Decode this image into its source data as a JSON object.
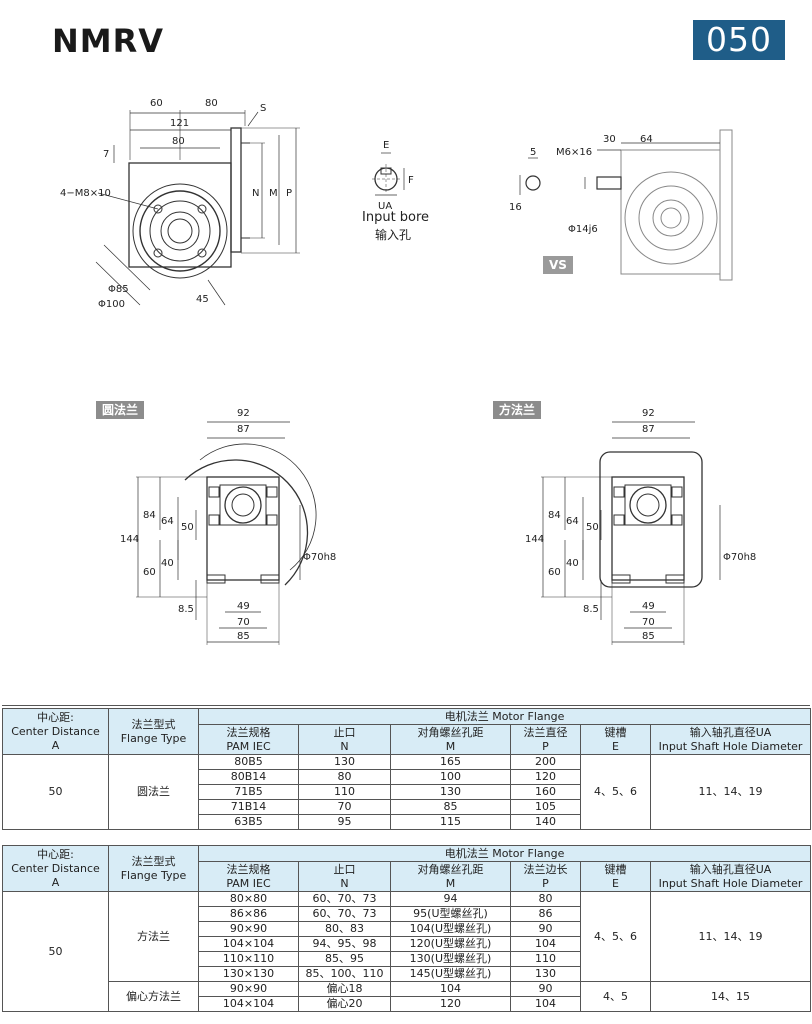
{
  "header": {
    "title": "NMRV",
    "model": "050"
  },
  "drawing": {
    "input_bore_label": "Input bore",
    "input_bore_label_cn": "输入孔",
    "vs_tag": "VS",
    "round_flange_tag": "圆法兰",
    "square_flange_tag": "方法兰",
    "dims_side": {
      "d60": "60",
      "d80top": "80",
      "d121": "121",
      "d80": "80",
      "s": "S",
      "d7": "7",
      "bolt": "4−M8×10",
      "n": "N",
      "m": "M",
      "p": "P",
      "dia85": "Φ85",
      "dia100": "Φ100",
      "d45": "45"
    },
    "dims_bore": {
      "e": "E",
      "f": "F",
      "ua": "UA"
    },
    "dims_vs": {
      "d5": "5",
      "m6": "M6×16",
      "d30": "30",
      "d64": "64",
      "d16": "16",
      "dia14": "Φ14j6"
    },
    "dims_front": {
      "d92": "92",
      "d87": "87",
      "d144": "144",
      "d84": "84",
      "d64": "64",
      "d50": "50",
      "d40": "40",
      "d60": "60",
      "d8_5": "8.5",
      "dia70": "Φ70h8",
      "d49": "49",
      "d70": "70",
      "d85": "85"
    }
  },
  "table_round": {
    "h_center_cn": "中心距:",
    "h_center_en": "Center Distance",
    "h_center_sym": "A",
    "h_flange_cn": "法兰型式",
    "h_flange_en": "Flange Type",
    "h_motor_flange": "电机法兰 Motor Flange",
    "h_pam_cn": "法兰规格",
    "h_pam_en": "PAM IEC",
    "h_n_cn": "止口",
    "h_n": "N",
    "h_m_cn": "对角螺丝孔距",
    "h_m": "M",
    "h_p_cn": "法兰直径",
    "h_p": "P",
    "h_e_cn": "键槽",
    "h_e": "E",
    "h_ua_cn": "输入轴孔直径UA",
    "h_ua_en": "Input Shaft Hole Diameter",
    "center": "50",
    "flange_type": "圆法兰",
    "keyway": "4、5、6",
    "ua": "11、14、19",
    "rows": [
      {
        "pam": "80B5",
        "n": "130",
        "m": "165",
        "p": "200"
      },
      {
        "pam": "80B14",
        "n": "80",
        "m": "100",
        "p": "120"
      },
      {
        "pam": "71B5",
        "n": "110",
        "m": "130",
        "p": "160"
      },
      {
        "pam": "71B14",
        "n": "70",
        "m": "85",
        "p": "105"
      },
      {
        "pam": "63B5",
        "n": "95",
        "m": "115",
        "p": "140"
      }
    ]
  },
  "table_square": {
    "h_center_cn": "中心距:",
    "h_center_en": "Center Distance",
    "h_center_sym": "A",
    "h_flange_cn": "法兰型式",
    "h_flange_en": "Flange Type",
    "h_motor_flange": "电机法兰 Motor Flange",
    "h_pam_cn": "法兰规格",
    "h_pam_en": "PAM IEC",
    "h_n_cn": "止口",
    "h_n": "N",
    "h_m_cn": "对角螺丝孔距",
    "h_m": "M",
    "h_p_cn": "法兰边长",
    "h_p": "P",
    "h_e_cn": "键槽",
    "h_e": "E",
    "h_ua_cn": "输入轴孔直径UA",
    "h_ua_en": "Input Shaft Hole Diameter",
    "center": "50",
    "flange_type": "方法兰",
    "keyway": "4、5、6",
    "ua": "11、14、19",
    "rows": [
      {
        "pam": "80×80",
        "n": "60、70、73",
        "m": "94",
        "p": "80"
      },
      {
        "pam": "86×86",
        "n": "60、70、73",
        "m": "95(U型螺丝孔)",
        "p": "86"
      },
      {
        "pam": "90×90",
        "n": "80、83",
        "m": "104(U型螺丝孔)",
        "p": "90"
      },
      {
        "pam": "104×104",
        "n": "94、95、98",
        "m": "120(U型螺丝孔)",
        "p": "104"
      },
      {
        "pam": "110×110",
        "n": "85、95",
        "m": "130(U型螺丝孔)",
        "p": "110"
      },
      {
        "pam": "130×130",
        "n": "85、100、110",
        "m": "145(U型螺丝孔)",
        "p": "130"
      }
    ],
    "offset_flange_type": "偏心方法兰",
    "offset_keyway": "4、5",
    "offset_ua": "14、15",
    "offset_rows": [
      {
        "pam": "90×90",
        "n": "偏心18",
        "m": "104",
        "p": "90"
      },
      {
        "pam": "104×104",
        "n": "偏心20",
        "m": "120",
        "p": "104"
      }
    ]
  }
}
